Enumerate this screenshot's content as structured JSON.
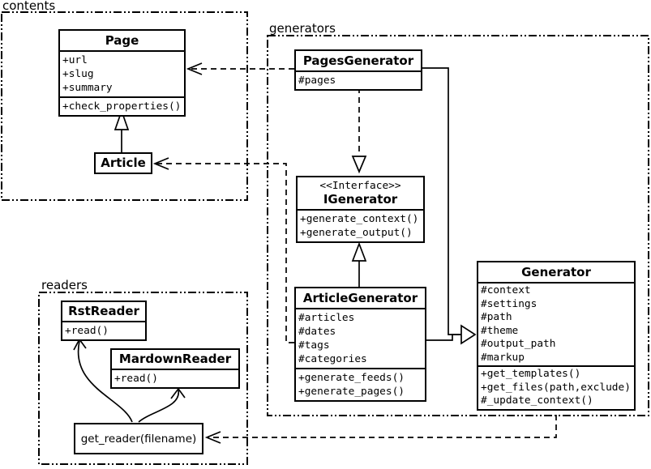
{
  "packages": {
    "contents": {
      "label": "contents"
    },
    "generators": {
      "label": "generators"
    },
    "readers": {
      "label": "readers"
    }
  },
  "classes": {
    "page": {
      "name": "Page",
      "attrs": [
        "+url",
        "+slug",
        "+summary"
      ],
      "methods": [
        "+check_properties()"
      ]
    },
    "article": {
      "name": "Article"
    },
    "pages_generator": {
      "name": "PagesGenerator",
      "attrs": [
        "#pages"
      ]
    },
    "igenerator": {
      "stereotype": "<<Interface>>",
      "name": "IGenerator",
      "methods": [
        "+generate_context()",
        "+generate_output()"
      ]
    },
    "article_generator": {
      "name": "ArticleGenerator",
      "attrs": [
        "#articles",
        "#dates",
        "#tags",
        "#categories"
      ],
      "methods": [
        "+generate_feeds()",
        "+generate_pages()"
      ]
    },
    "generator": {
      "name": "Generator",
      "attrs": [
        "#context",
        "#settings",
        "#path",
        "#theme",
        "#output_path",
        "#markup"
      ],
      "methods": [
        "+get_templates()",
        "+get_files(path,exclude)",
        "#_update_context()"
      ]
    },
    "rst_reader": {
      "name": "RstReader",
      "methods": [
        "+read()"
      ]
    },
    "markdown_reader": {
      "name": "MardownReader",
      "methods": [
        "+read()"
      ]
    },
    "get_reader": {
      "name": "get_reader(filename)"
    }
  },
  "colors": {
    "stroke": "#000000",
    "background": "#ffffff"
  }
}
